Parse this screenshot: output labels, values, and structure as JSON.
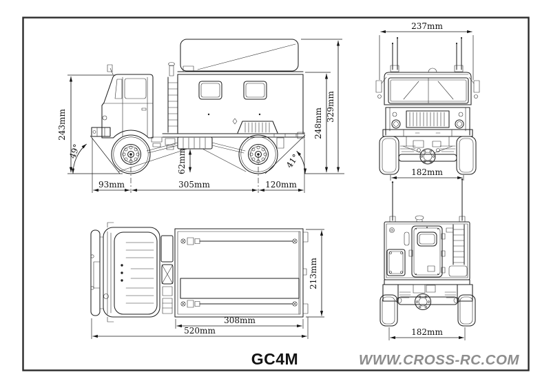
{
  "page": {
    "background": "#ffffff",
    "line_color": "#1e1e1e",
    "model_name": "GC4M",
    "watermark": "WWW.CROSS-RC.COM",
    "watermark_color": "#8d8d8d"
  },
  "views": {
    "side": {
      "dims": {
        "cab_height": "243mm",
        "approach_angle": "49°",
        "front_overhang": "93mm",
        "wheelbase": "305mm",
        "rear_overhang": "120mm",
        "ground_clearance": "62mm",
        "departure_angle": "41°",
        "body_height": "248mm",
        "overall_height": "329mm"
      }
    },
    "front": {
      "dims": {
        "overall_width": "237mm",
        "track_width": "182mm"
      }
    },
    "top": {
      "dims": {
        "body_width": "213mm",
        "cargo_length": "308mm",
        "overall_length": "520mm"
      }
    },
    "rear": {
      "dims": {
        "track_width": "182mm"
      }
    }
  }
}
